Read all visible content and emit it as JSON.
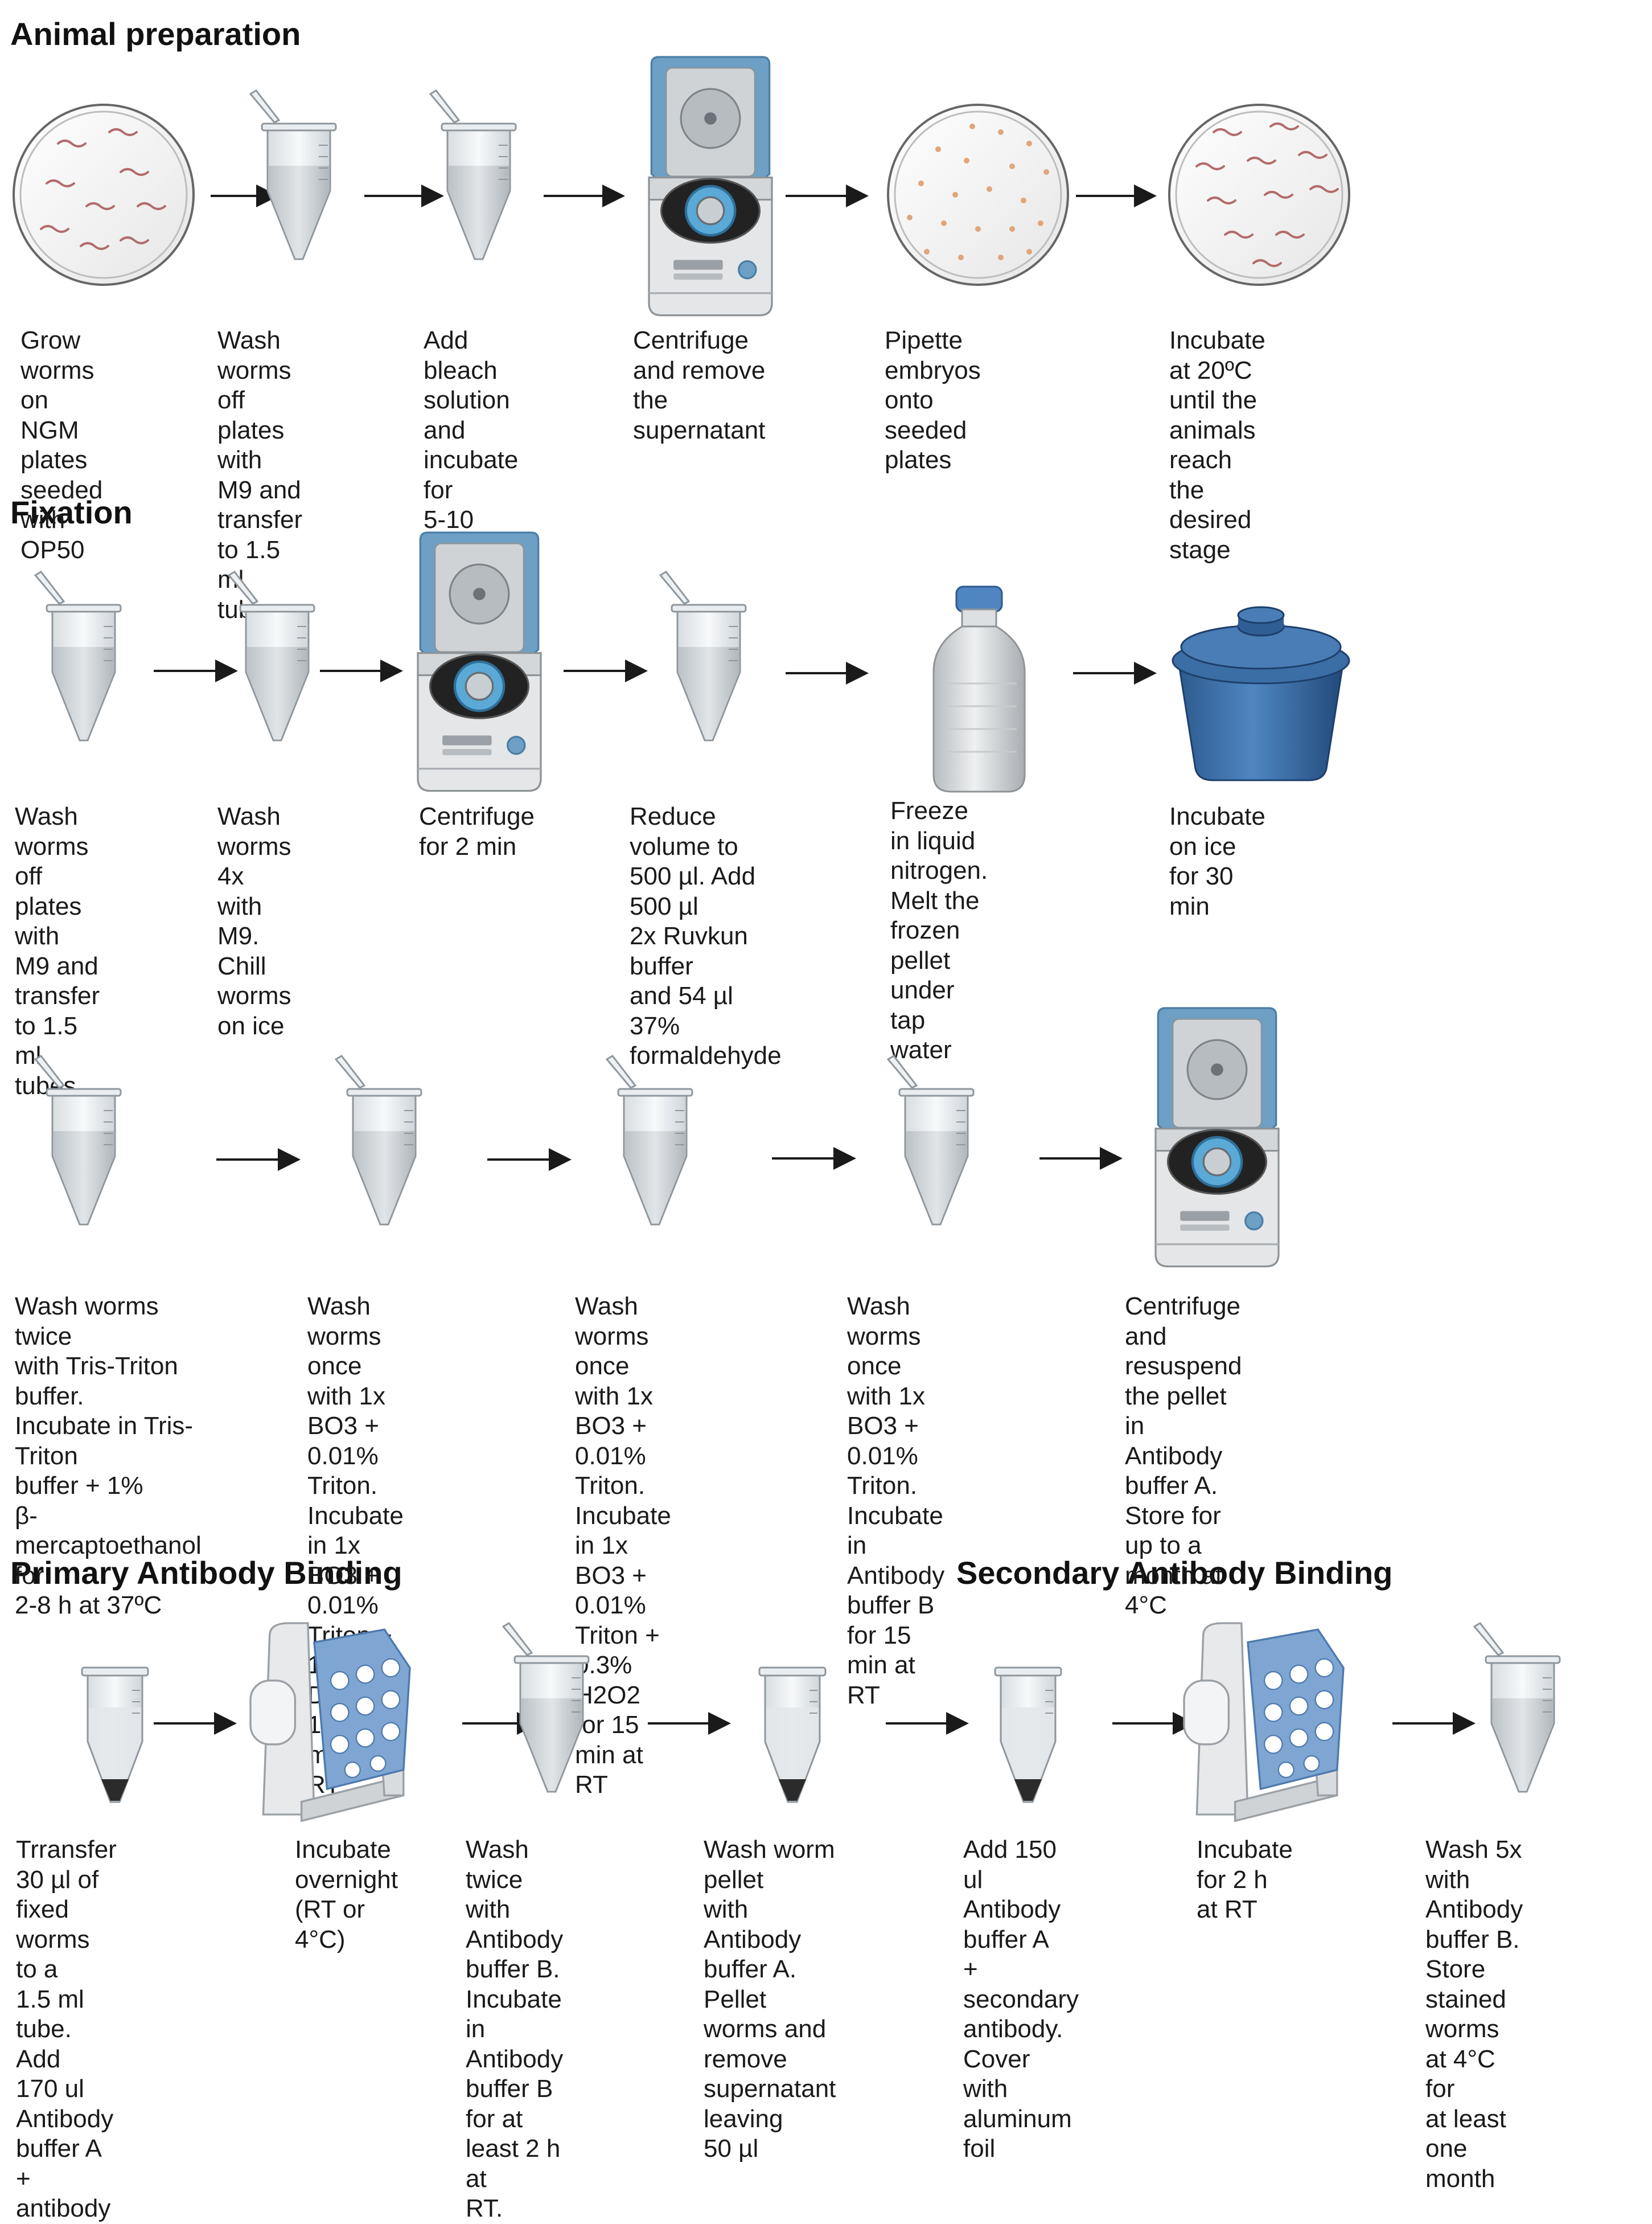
{
  "sections": [
    {
      "id": "animal",
      "title": "Animal preparation",
      "steps": [
        {
          "icon": "petri-dish-worms-icon",
          "caption": "Grow worms\non NGM\nplates seeded\nwith OP50"
        },
        {
          "icon": "tube-icon",
          "caption": "Wash worms\noff plates with\nM9 and transfer\nto 1.5 ml tubes"
        },
        {
          "icon": "tube-icon",
          "caption": "Add bleach\nsolution and\nincubate for\n5-10 min"
        },
        {
          "icon": "centrifuge-icon",
          "caption": "Centrifuge\nand remove the\nsupernatant"
        },
        {
          "icon": "petri-dish-embryos-icon",
          "caption": "Pipette embryos\nonto seeded\nplates"
        },
        {
          "icon": "petri-dish-worms-icon",
          "caption": "Incubate at 20ºC\nuntil the animals\nreach the\ndesired stage"
        }
      ]
    },
    {
      "id": "fixation",
      "title": "Fixation",
      "steps": [
        {
          "icon": "tube-icon",
          "caption": "Wash worms\noff plates with\nM9 and transfer\nto 1.5 ml tubes"
        },
        {
          "icon": "tube-icon",
          "caption": "Wash worms\n4x with M9.\nChill worms\non ice"
        },
        {
          "icon": "centrifuge-icon",
          "caption": "Centrifuge\nfor 2 min"
        },
        {
          "icon": "tube-icon",
          "caption": "Reduce volume to\n500 µl. Add 500 µl\n2x Ruvkun buffer\nand 54 µl 37%\nformaldehyde"
        },
        {
          "icon": "liquid-nitrogen-dewar-icon",
          "caption": "Freeze in liquid\nnitrogen.\nMelt the frozen\npellet under tap\nwater"
        },
        {
          "icon": "ice-bucket-icon",
          "caption": "Incubate on ice\nfor 30 min"
        }
      ]
    },
    {
      "id": "washes",
      "title": "",
      "steps": [
        {
          "icon": "tube-icon",
          "caption": "Wash worms twice\nwith Tris-Triton buffer.\nIncubate in Tris-Triton\nbuffer + 1%\nβ-mercaptoethanol for\n2-8 h at 37ºC"
        },
        {
          "icon": "tube-icon",
          "caption": "Wash worms once\nwith 1x BO3 + 0.01%\nTriton. Incubate in 1x\nBO3 + 0.01% Triton +\n10mM DTT for 15\nmin at RT"
        },
        {
          "icon": "tube-icon",
          "caption": "Wash worms once\nwith 1x BO3 + 0.01%\nTriton. Incubate in 1x\nBO3 + 0.01% Triton +\n0.3% H2O2 for 15\nmin at RT"
        },
        {
          "icon": "tube-icon",
          "caption": "Wash worms once\nwith 1x BO3 + 0.01%\nTriton. Incubate in\nAntibody buffer B\nfor 15 min at RT"
        },
        {
          "icon": "centrifuge-icon",
          "caption": "Centrifuge and\nresuspend the pellet\nin Antibody buffer A.\nStore for up to a\nmonth at 4°C"
        }
      ]
    },
    {
      "id": "primary",
      "title": "Primary Antibody Binding",
      "steps": [
        {
          "icon": "tube-pellet-icon",
          "caption": "Trransfer 30 µl of\nfixed worms to a\n1.5 ml tube. Add\n170 ul Antibody\nbuffer A + antibody"
        },
        {
          "icon": "tube-rotator-icon",
          "caption": "Incubate\novernight\n(RT or 4°C)"
        },
        {
          "icon": "tube-icon",
          "caption": "Wash twice with\nAntibody buffer B.\nIncubate in\nAntibody buffer B\nfor at least 2 h at\nRT."
        },
        {
          "icon": "tube-pellet-icon",
          "caption": "Wash worm pellet\nwith Antibody\nbuffer A. Pellet\nworms and remove\nsupernatant leaving\n50 µl"
        }
      ]
    },
    {
      "id": "secondary",
      "title": "Secondary Antibody Binding",
      "steps": [
        {
          "icon": "tube-pellet-icon",
          "caption": "Add 150 ul\nAntibody buffer A\n+ secondary\nantibody.\nCover with\naluminum foil"
        },
        {
          "icon": "tube-rotator-icon",
          "caption": "Incubate for 2 h\nat RT"
        },
        {
          "icon": "tube-icon",
          "caption": "Wash 5x with\nAntibody buffer B.\nStore stained\nworms at 4°C for\nat least one month"
        }
      ]
    }
  ]
}
